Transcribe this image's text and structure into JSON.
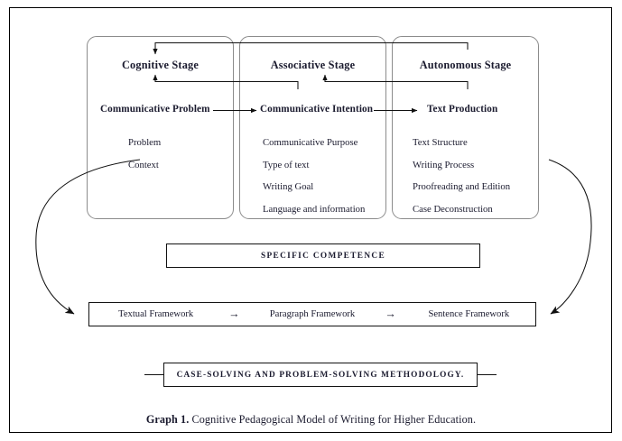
{
  "figure": {
    "caption_label": "Graph 1.",
    "caption_text": " Cognitive Pedagogical Model of Writing for Higher Education."
  },
  "stages": [
    {
      "id": "cognitive",
      "title": "Cognitive Stage",
      "lead": "Communicative Problem",
      "items": [
        "Problem",
        "Context"
      ]
    },
    {
      "id": "associative",
      "title": "Associative Stage",
      "lead": "Communicative Intention",
      "items": [
        "Communicative Purpose",
        "Type of text",
        "Writing Goal",
        "Language and information"
      ]
    },
    {
      "id": "autonomous",
      "title": "Autonomous Stage",
      "lead": "Text Production",
      "items": [
        "Text Structure",
        "Writing Process",
        "Proofreading and Edition",
        "Case Deconstruction"
      ]
    }
  ],
  "competence": {
    "label": "SPECIFIC COMPETENCE"
  },
  "frameworks": {
    "cells": [
      "Textual Framework",
      "Paragraph Framework",
      "Sentence Framework"
    ],
    "arrow_glyph": "→"
  },
  "methodology": {
    "label": "CASE-SOLVING AND PROBLEM-SOLVING METHODOLOGY."
  },
  "colors": {
    "frame": "#000000",
    "box_border": "#8c8c8c",
    "rect_border": "#111111",
    "text": "#1a1a2e",
    "connector": "#111111"
  }
}
